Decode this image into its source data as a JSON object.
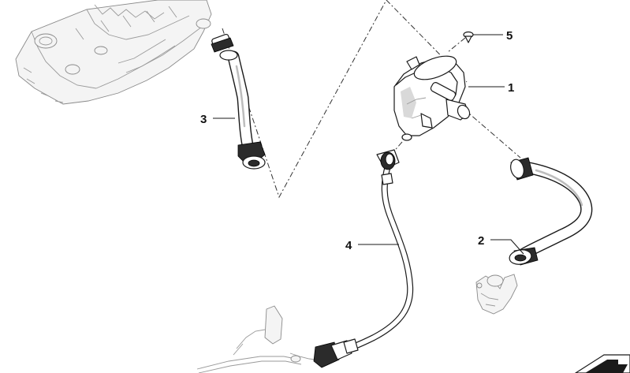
{
  "callouts": [
    {
      "id": "1",
      "label": "1"
    },
    {
      "id": "2",
      "label": "2"
    },
    {
      "id": "3",
      "label": "3"
    },
    {
      "id": "4",
      "label": "4"
    },
    {
      "id": "5",
      "label": "5"
    }
  ],
  "icons": {
    "nav": "next-arrow-icon"
  },
  "colors": {
    "line": "#1a1a1a",
    "ghost": "#8a8a8a",
    "background": "#ffffff"
  }
}
